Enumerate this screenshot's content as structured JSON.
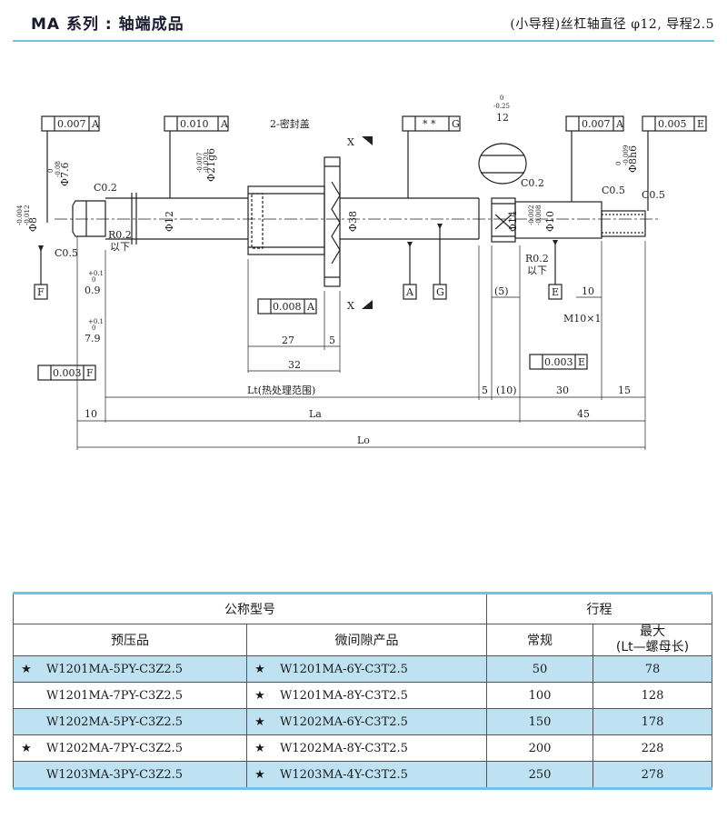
{
  "header": {
    "title": "MA 系列 : 轴端成品",
    "spec": "(小导程)丝杠轴直径 φ12, 导程2.5"
  },
  "drawing": {
    "labels": {
      "gt1": "0.007",
      "gt1_ref": "A",
      "gt2": "0.010",
      "gt2_ref": "A",
      "seal": "2-密封盖",
      "gt3": "* *",
      "gt3_ref": "G",
      "gt4": "0.007",
      "gt4_ref": "A",
      "gt5": "0.005",
      "gt5_ref": "E",
      "dim_12_top": "12",
      "tol_top_a": "0",
      "tol_top_b": "-0.25",
      "x_top": "X",
      "x_bot": "X",
      "d76": "Φ7.6",
      "d76_tol_a": "0",
      "d76_tol_b": "-0.08",
      "c02_left": "C0.2",
      "d21": "Φ21g6",
      "d21_tol_a": "-0.007",
      "d21_tol_b": "-0.020",
      "d8": "Φ8",
      "d8_tol_a": "-0.004",
      "d8_tol_b": "-0.012",
      "d12": "Φ12",
      "d38": "Φ38",
      "c05_left": "C0.5",
      "r02_left": "R0.2",
      "r02_left_sub": "以下",
      "dim_09": "0.9",
      "dim_09_tol_a": "+0.1",
      "dim_09_tol_b": "0",
      "dim_79": "7.9",
      "dim_79_tol_a": "+0.1",
      "dim_79_tol_b": "0",
      "ref_F": "F",
      "ref_A": "A",
      "ref_G": "G",
      "ref_E": "E",
      "perp1": "0.008",
      "perp1_ref": "A",
      "perp2": "0.003",
      "perp2_ref": "F",
      "perp3": "0.003",
      "perp3_ref": "E",
      "dim_27": "27",
      "dim_5a": "5",
      "dim_32": "32",
      "c02_right": "C0.2",
      "c05_right1": "C0.5",
      "c05_right2": "C0.5",
      "d14": "Φ14",
      "d10": "Φ10",
      "d10_tol_a": "-0.002",
      "d10_tol_b": "-0.008",
      "d8h6": "Φ8h6",
      "d8h6_tol_a": "0",
      "d8h6_tol_b": "-0.009",
      "r02_right": "R0.2",
      "r02_right_sub": "以下",
      "dim_p5": "(5)",
      "dim_10r": "10",
      "m10": "M10×1",
      "lt": "Lt(热处理范围)",
      "dim_5b": "5",
      "dim_p10": "(10)",
      "dim_30": "30",
      "dim_15": "15",
      "dim_10l": "10",
      "la": "La",
      "dim_45": "45",
      "lo": "Lo"
    }
  },
  "table": {
    "h_model": "公称型号",
    "h_stroke": "行程",
    "h_preload": "预压品",
    "h_micro": "微间隙产品",
    "h_regular": "常规",
    "h_max": "最大",
    "h_max_sub": "(Lt—螺母长)",
    "rows": [
      {
        "star1": "★",
        "preload": "W1201MA-5PY-C3Z2.5",
        "star2": "★",
        "micro": "W1201MA-6Y-C3T2.5",
        "regular": "50",
        "max": "78"
      },
      {
        "star1": "",
        "preload": "W1201MA-7PY-C3Z2.5",
        "star2": "★",
        "micro": "W1201MA-8Y-C3T2.5",
        "regular": "100",
        "max": "128"
      },
      {
        "star1": "",
        "preload": "W1202MA-5PY-C3Z2.5",
        "star2": "★",
        "micro": "W1202MA-6Y-C3T2.5",
        "regular": "150",
        "max": "178"
      },
      {
        "star1": "★",
        "preload": "W1202MA-7PY-C3Z2.5",
        "star2": "★",
        "micro": "W1202MA-8Y-C3T2.5",
        "regular": "200",
        "max": "228"
      },
      {
        "star1": "",
        "preload": "W1203MA-3PY-C3Z2.5",
        "star2": "★",
        "micro": "W1203MA-4Y-C3T2.5",
        "regular": "250",
        "max": "278"
      }
    ]
  },
  "colors": {
    "accent": "#6fc3e8",
    "row_alt": "#bfe2f3"
  }
}
